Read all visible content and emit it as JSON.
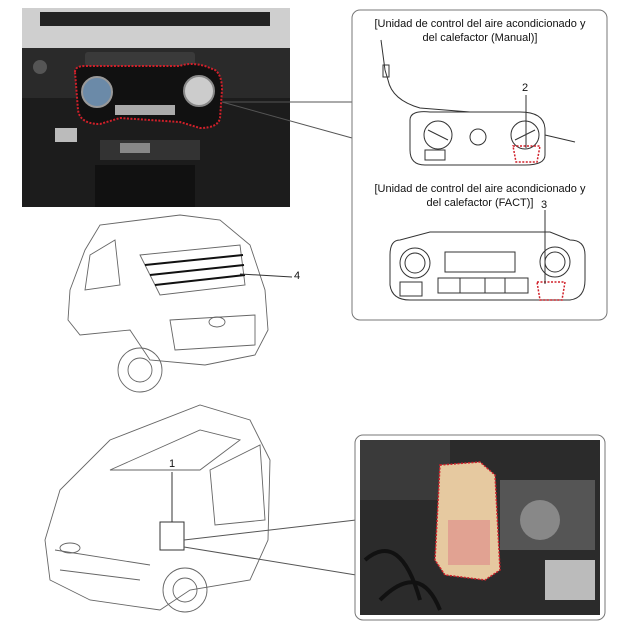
{
  "manual_panel": {
    "title_line1": "[Unidad de control del aire acondicionado y",
    "title_line2": "del calefactor (Manual)]",
    "callout": "2"
  },
  "fact_panel": {
    "title_line1": "[Unidad de control del aire acondicionado y",
    "title_line2": "del calefactor (FACT)]",
    "callout": "3"
  },
  "rear_car": {
    "callout": "4"
  },
  "front_car": {
    "callout": "1"
  },
  "colors": {
    "highlight": "#d0202a",
    "photo_dark": "#1e1e1e",
    "line": "#555555"
  }
}
